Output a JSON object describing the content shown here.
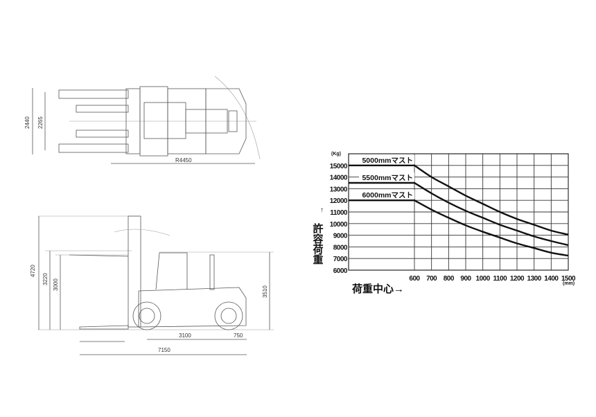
{
  "top_view": {
    "dims": {
      "overall_width": "2440",
      "fork_span": "2265",
      "turning_radius": "R4450"
    }
  },
  "side_view": {
    "dims": {
      "max_height": "4720",
      "lift_height_a": "3220",
      "lift_height_b": "3000",
      "overhead_guard": "3510",
      "wheelbase": "3100",
      "rear_overhang": "750",
      "overall_length": "7150"
    }
  },
  "chart_data": {
    "type": "line",
    "title": "",
    "xlabel": "荷重中心→",
    "ylabel": "許容荷重",
    "y_unit": "(Kg)",
    "x_unit": "(mm)",
    "ylim": [
      6000,
      16000
    ],
    "xlim": [
      600,
      1500
    ],
    "grid": true,
    "x_ticks": [
      "600",
      "700",
      "800",
      "900",
      "1000",
      "1100",
      "1200",
      "1300",
      "1400",
      "1500"
    ],
    "y_ticks": [
      "15000",
      "14000",
      "13000",
      "12000",
      "11000",
      "10000",
      "9000",
      "8000",
      "7000",
      "6000"
    ],
    "x": [
      600,
      700,
      800,
      900,
      1000,
      1100,
      1200,
      1300,
      1400,
      1500
    ],
    "series": [
      {
        "name": "5000mmマスト",
        "flat_below_600": 15000,
        "values": [
          15000,
          14000,
          13200,
          12400,
          11700,
          11000,
          10400,
          9900,
          9400,
          9050
        ]
      },
      {
        "name": "5500mmマスト",
        "flat_below_600": 13500,
        "values": [
          13500,
          12600,
          11800,
          11100,
          10500,
          9900,
          9400,
          8900,
          8500,
          8150
        ]
      },
      {
        "name": "6000mmマスト",
        "flat_below_600": 12000,
        "values": [
          12000,
          11200,
          10500,
          9850,
          9300,
          8800,
          8300,
          7900,
          7500,
          7250
        ]
      }
    ]
  }
}
